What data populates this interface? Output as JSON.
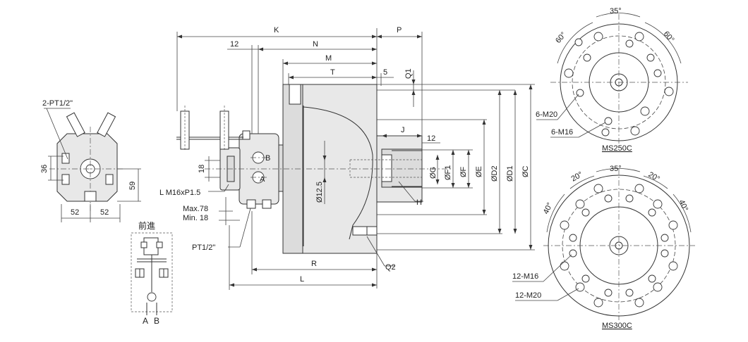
{
  "labels": {
    "K": "K",
    "P": "P",
    "n12_top": "12",
    "N": "N",
    "M": "M",
    "T": "T",
    "n5": "5",
    "Q1": "Q1",
    "J": "J",
    "n12_mid": "12",
    "phiG": "ØG",
    "phiF1": "ØF1",
    "phiF": "ØF",
    "phiE": "ØE",
    "phiD2": "ØD2",
    "phiD1": "ØD1",
    "phiC": "ØC",
    "phi12_5": "Ø12.5",
    "H": "H",
    "n18": "18",
    "B": "B",
    "A": "A",
    "thread": "L M16xP1.5",
    "max78": "Max.78",
    "min18": "Min. 18",
    "pt12": "PT1/2\"",
    "R": "R",
    "L": "L",
    "Q2": "Q2",
    "pt2": "2-PT1/2\"",
    "n36": "36",
    "n59": "59",
    "n52a": "52",
    "n52b": "52",
    "forward": "前進",
    "schA": "A",
    "schB": "B",
    "a35_top": "35°",
    "a60_left": "60°",
    "a60_right": "60°",
    "m20_6": "6-M20",
    "m16_6": "6-M16",
    "ms250": "MS250C",
    "a35_bot": "35°",
    "a20_left": "20°",
    "a20_right": "20°",
    "a40_left": "40°",
    "a40_right": "40°",
    "m16_12": "12-M16",
    "m20_12": "12-M20",
    "ms300": "MS300C"
  }
}
